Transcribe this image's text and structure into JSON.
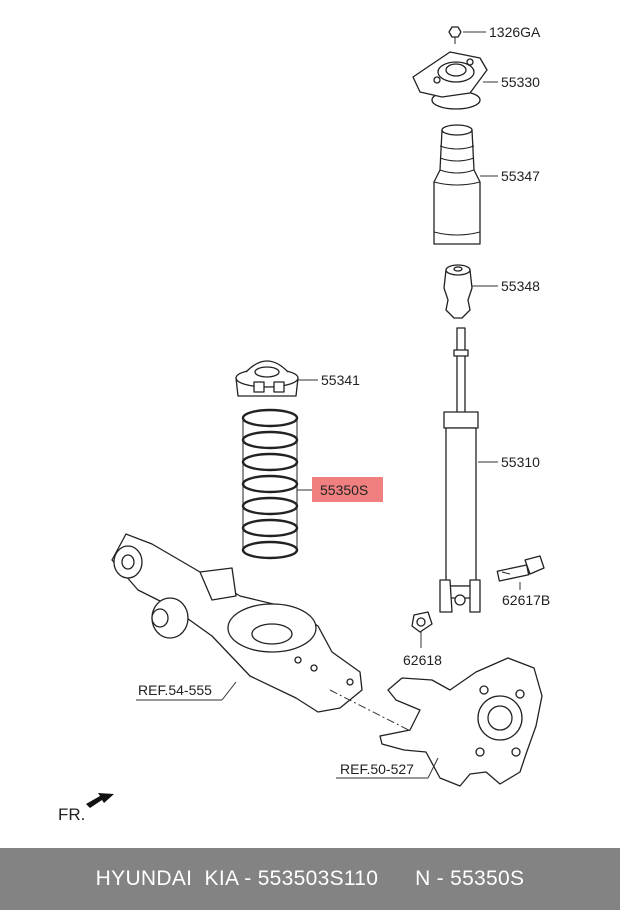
{
  "parts": {
    "nut_top": "1326GA",
    "mount": "55330",
    "dust_cover": "55347",
    "bump_stopper": "55348",
    "spring_pad": "55341",
    "shock": "55310",
    "spring": "55350S",
    "bolt": "62617B",
    "nut": "62618"
  },
  "refs": {
    "arm": "REF.54-555",
    "knuckle": "REF.50-527"
  },
  "direction": "FR.",
  "highlight_color": "#f08080",
  "footer": "HYUNDAI  KIA - 553503S110      N - 55350S"
}
